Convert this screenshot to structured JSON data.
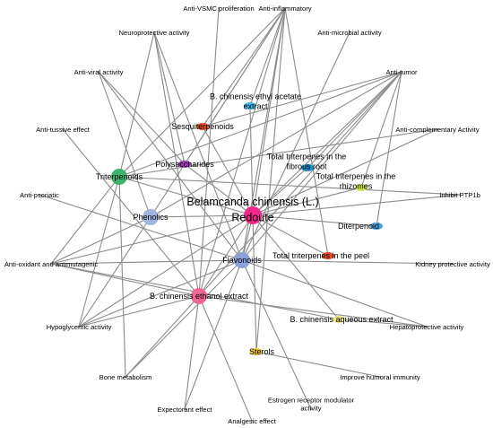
{
  "nodes": [
    {
      "id": "center",
      "label_lines": [
        "Belamcanda chinensis (L.)",
        "Redoute"
      ],
      "color": "#f0288c",
      "kind": "hub"
    },
    {
      "id": "flavonoids",
      "label_lines": [
        "Flavonoids"
      ],
      "color": "#8ea0d8",
      "kind": "group"
    },
    {
      "id": "ethanol",
      "label_lines": [
        "B. chinensis ethanol extract"
      ],
      "color": "#f06496",
      "kind": "group"
    },
    {
      "id": "triterpenoids",
      "label_lines": [
        "Triterpenoids"
      ],
      "color": "#3cb46e",
      "kind": "group"
    },
    {
      "id": "phenolics",
      "label_lines": [
        "Phenolics"
      ],
      "color": "#a0b4dc",
      "kind": "group"
    },
    {
      "id": "polysaccharides",
      "label_lines": [
        "Polysaccharides"
      ],
      "color": "#a03cb4",
      "kind": "minor"
    },
    {
      "id": "sesquiterpenoids",
      "label_lines": [
        "Sesquiterpenoids"
      ],
      "color": "#e6501e",
      "kind": "minor"
    },
    {
      "id": "ethyl_acetate",
      "label_lines": [
        "B. chinensis ethyl acetate",
        "extract"
      ],
      "color": "#46b4e6",
      "kind": "minor"
    },
    {
      "id": "tt_fibrous",
      "label_lines": [
        "Total triterpenes in the",
        "fibrous root"
      ],
      "color": "#1e8cc8",
      "kind": "minor"
    },
    {
      "id": "tt_rhizomes",
      "label_lines": [
        "Total triterpenes in the",
        "rhizomes"
      ],
      "color": "#c8e650",
      "kind": "minor"
    },
    {
      "id": "diterpenoid",
      "label_lines": [
        "Diterpenoid"
      ],
      "color": "#50a0dc",
      "kind": "minor"
    },
    {
      "id": "tt_peel",
      "label_lines": [
        "Total triterpenes in the peel"
      ],
      "color": "#e6501e",
      "kind": "minor"
    },
    {
      "id": "aqueous",
      "label_lines": [
        "B. chinensis aqueous extract"
      ],
      "color": "#f0e68c",
      "kind": "minor"
    },
    {
      "id": "sterols",
      "label_lines": [
        "Sterols"
      ],
      "color": "#f0c832",
      "kind": "minor"
    },
    {
      "id": "anti_vsmc",
      "label_lines": [
        "Anti-VSMC proliferation"
      ],
      "color": "#a0a0a0",
      "kind": "effect"
    },
    {
      "id": "anti_inflammatory",
      "label_lines": [
        "Anti-inflammatory"
      ],
      "color": "#a0a0a0",
      "kind": "effect"
    },
    {
      "id": "neuroprotective",
      "label_lines": [
        "Neuroprotective activity"
      ],
      "color": "#a0a0a0",
      "kind": "effect"
    },
    {
      "id": "anti_microbial",
      "label_lines": [
        "Anti-microbial activity"
      ],
      "color": "#a0a0a0",
      "kind": "effect"
    },
    {
      "id": "anti_viral",
      "label_lines": [
        "Anti-viral activity"
      ],
      "color": "#a0a0a0",
      "kind": "effect"
    },
    {
      "id": "anti_tumor",
      "label_lines": [
        "Anti-tumor"
      ],
      "color": "#a0a0a0",
      "kind": "effect"
    },
    {
      "id": "anti_tussive",
      "label_lines": [
        "Anti-tussive effect"
      ],
      "color": "#a0a0a0",
      "kind": "effect"
    },
    {
      "id": "anti_complementary",
      "label_lines": [
        "Anti-complementary Activity"
      ],
      "color": "#a0a0a0",
      "kind": "effect"
    },
    {
      "id": "anti_psoriatic",
      "label_lines": [
        "Anti-psoriatic"
      ],
      "color": "#a0a0a0",
      "kind": "effect"
    },
    {
      "id": "inhibit_ptp1b",
      "label_lines": [
        "Inhibit PTP1b"
      ],
      "color": "#a0a0a0",
      "kind": "effect"
    },
    {
      "id": "anti_oxidant",
      "label_lines": [
        "Anti-oxidant and antimutagenic"
      ],
      "color": "#a0a0a0",
      "kind": "effect"
    },
    {
      "id": "kidney",
      "label_lines": [
        "Kidney protective activity"
      ],
      "color": "#a0a0a0",
      "kind": "effect"
    },
    {
      "id": "hypoglycemic",
      "label_lines": [
        "Hypoglycemic activity"
      ],
      "color": "#a0a0a0",
      "kind": "effect"
    },
    {
      "id": "hepatoprotective",
      "label_lines": [
        "Hepatoprotective activity"
      ],
      "color": "#a0a0a0",
      "kind": "effect"
    },
    {
      "id": "bone",
      "label_lines": [
        "Bone metabolism"
      ],
      "color": "#a0a0a0",
      "kind": "effect"
    },
    {
      "id": "immunity",
      "label_lines": [
        "Improve humoral immunity"
      ],
      "color": "#a0a0a0",
      "kind": "effect"
    },
    {
      "id": "expectorant",
      "label_lines": [
        "Expectorant effect"
      ],
      "color": "#a0a0a0",
      "kind": "effect"
    },
    {
      "id": "estrogen",
      "label_lines": [
        "Estrogen receptor modulator",
        "activity"
      ],
      "color": "#a0a0a0",
      "kind": "effect"
    },
    {
      "id": "analgesic",
      "label_lines": [
        "Analgesic effect"
      ],
      "color": "#a0a0a0",
      "kind": "effect"
    }
  ],
  "edges": [
    [
      "center",
      "flavonoids"
    ],
    [
      "center",
      "ethanol"
    ],
    [
      "center",
      "triterpenoids"
    ],
    [
      "center",
      "phenolics"
    ],
    [
      "center",
      "polysaccharides"
    ],
    [
      "center",
      "sesquiterpenoids"
    ],
    [
      "center",
      "ethyl_acetate"
    ],
    [
      "center",
      "tt_fibrous"
    ],
    [
      "center",
      "tt_rhizomes"
    ],
    [
      "center",
      "diterpenoid"
    ],
    [
      "center",
      "tt_peel"
    ],
    [
      "center",
      "aqueous"
    ],
    [
      "center",
      "sterols"
    ],
    [
      "center",
      "anti_inflammatory"
    ],
    [
      "center",
      "anti_tumor"
    ],
    [
      "center",
      "anti_oxidant"
    ],
    [
      "center",
      "inhibit_ptp1b"
    ],
    [
      "center",
      "anti_complementary"
    ],
    [
      "center",
      "hypoglycemic"
    ],
    [
      "flavonoids",
      "anti_inflammatory"
    ],
    [
      "flavonoids",
      "neuroprotective"
    ],
    [
      "flavonoids",
      "anti_tumor"
    ],
    [
      "flavonoids",
      "anti_viral"
    ],
    [
      "flavonoids",
      "anti_oxidant"
    ],
    [
      "flavonoids",
      "kidney"
    ],
    [
      "flavonoids",
      "hepatoprotective"
    ],
    [
      "flavonoids",
      "bone"
    ],
    [
      "flavonoids",
      "expectorant"
    ],
    [
      "flavonoids",
      "estrogen"
    ],
    [
      "flavonoids",
      "anti_psoriatic"
    ],
    [
      "flavonoids",
      "anti_microbial"
    ],
    [
      "flavonoids",
      "hypoglycemic"
    ],
    [
      "ethanol",
      "anti_inflammatory"
    ],
    [
      "ethanol",
      "anti_vsmc"
    ],
    [
      "ethanol",
      "neuroprotective"
    ],
    [
      "ethanol",
      "anti_tumor"
    ],
    [
      "ethanol",
      "anti_oxidant"
    ],
    [
      "ethanol",
      "hypoglycemic"
    ],
    [
      "ethanol",
      "analgesic"
    ],
    [
      "ethanol",
      "expectorant"
    ],
    [
      "ethanol",
      "anti_tussive"
    ],
    [
      "ethanol",
      "hepatoprotective"
    ],
    [
      "ethanol",
      "bone"
    ],
    [
      "triterpenoids",
      "anti_inflammatory"
    ],
    [
      "triterpenoids",
      "neuroprotective"
    ],
    [
      "triterpenoids",
      "anti_tumor"
    ],
    [
      "triterpenoids",
      "hypoglycemic"
    ],
    [
      "triterpenoids",
      "bone"
    ],
    [
      "triterpenoids",
      "anti_complementary"
    ],
    [
      "triterpenoids",
      "inhibit_ptp1b"
    ],
    [
      "triterpenoids",
      "anti_oxidant"
    ],
    [
      "phenolics",
      "anti_inflammatory"
    ],
    [
      "phenolics",
      "anti_tumor"
    ],
    [
      "phenolics",
      "anti_oxidant"
    ],
    [
      "phenolics",
      "hypoglycemic"
    ],
    [
      "phenolics",
      "anti_viral"
    ],
    [
      "polysaccharides",
      "anti_inflammatory"
    ],
    [
      "polysaccharides",
      "neuroprotective"
    ],
    [
      "polysaccharides",
      "anti_viral"
    ],
    [
      "sesquiterpenoids",
      "anti_inflammatory"
    ],
    [
      "sesquiterpenoids",
      "anti_tumor"
    ],
    [
      "ethyl_acetate",
      "anti_inflammatory"
    ],
    [
      "tt_fibrous",
      "anti_tumor"
    ],
    [
      "tt_rhizomes",
      "anti_tumor"
    ],
    [
      "tt_peel",
      "anti_inflammatory"
    ],
    [
      "aqueous",
      "hepatoprotective"
    ],
    [
      "aqueous",
      "anti_oxidant"
    ],
    [
      "sterols",
      "anti_inflammatory"
    ],
    [
      "sterols",
      "immunity"
    ],
    [
      "diterpenoid",
      "anti_tumor"
    ]
  ]
}
